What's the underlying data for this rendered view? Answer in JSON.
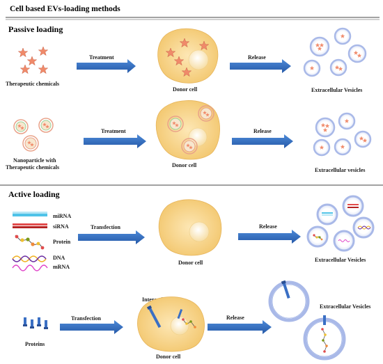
{
  "title": "Cell based EVs-loading methods",
  "passive": {
    "heading": "Passive loading",
    "row1": {
      "cargo": "Therapeutic chemicals",
      "step": "Treatment",
      "cell": "Donor cell",
      "release": "Release",
      "result": "Extracellular Vesicles"
    },
    "row2": {
      "cargo_line1": "Nanoparticle with",
      "cargo_line2": "Therapeutic chemicals",
      "step": "Treatment",
      "cell": "Donor cell",
      "release": "Release",
      "result": "Extracellular vesicles"
    }
  },
  "active": {
    "heading": "Active loading",
    "row1": {
      "cargo_items": [
        "miRNA",
        "siRNA",
        "Protein",
        "DNA",
        "mRNA"
      ],
      "step": "Transfection",
      "cell": "Donor cell",
      "release": "Release",
      "result": "Extracellular Vesicles"
    },
    "row2": {
      "cargo": "Proteins",
      "step": "Transfection",
      "interaction": "Interaction",
      "cell": "Donor cell",
      "release": "Release",
      "result": "Extracellular Vesicles"
    }
  },
  "colors": {
    "arrow": "#2f6fc4",
    "cell_fill": "#f5d58f",
    "star": "#f08a6a",
    "vesicle_ring": "#a9b9e8",
    "rule": "#444444"
  }
}
